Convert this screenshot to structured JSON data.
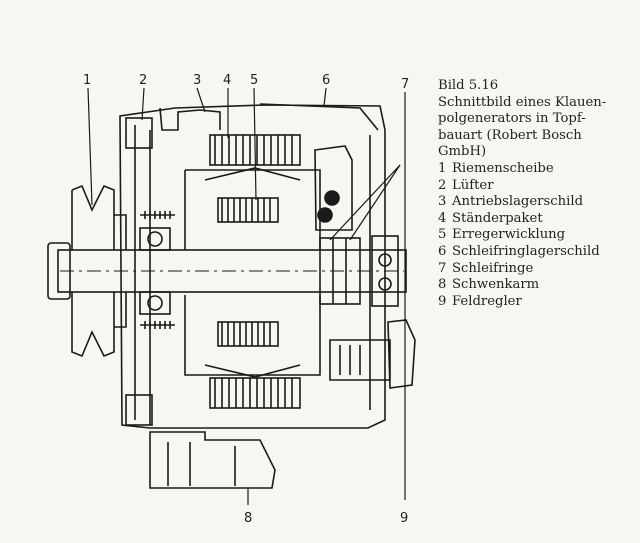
{
  "figure": {
    "number": "Bild 5.16",
    "title": "Schnittbild eines Klauen-polgenerators in Topf-bauart (Robert Bosch GmbH)",
    "title_lines": [
      "Schnittbild eines Klauen-",
      "polgenerators in Topf-",
      "bauart (Robert Bosch",
      "GmbH)"
    ]
  },
  "legend": [
    {
      "num": "1",
      "label": "Riemenscheibe"
    },
    {
      "num": "2",
      "label": "Lüfter"
    },
    {
      "num": "3",
      "label": "Antriebslagerschild"
    },
    {
      "num": "4",
      "label": "Ständerpaket"
    },
    {
      "num": "5",
      "label": "Erregerwicklung"
    },
    {
      "num": "6",
      "label": "Schleifringlagerschild"
    },
    {
      "num": "7",
      "label": "Schleifringe"
    },
    {
      "num": "8",
      "label": "Schwenkarm"
    },
    {
      "num": "9",
      "label": "Feldregler"
    }
  ],
  "callouts": [
    "1",
    "2",
    "3",
    "4",
    "5",
    "6",
    "7",
    "8",
    "9"
  ]
}
